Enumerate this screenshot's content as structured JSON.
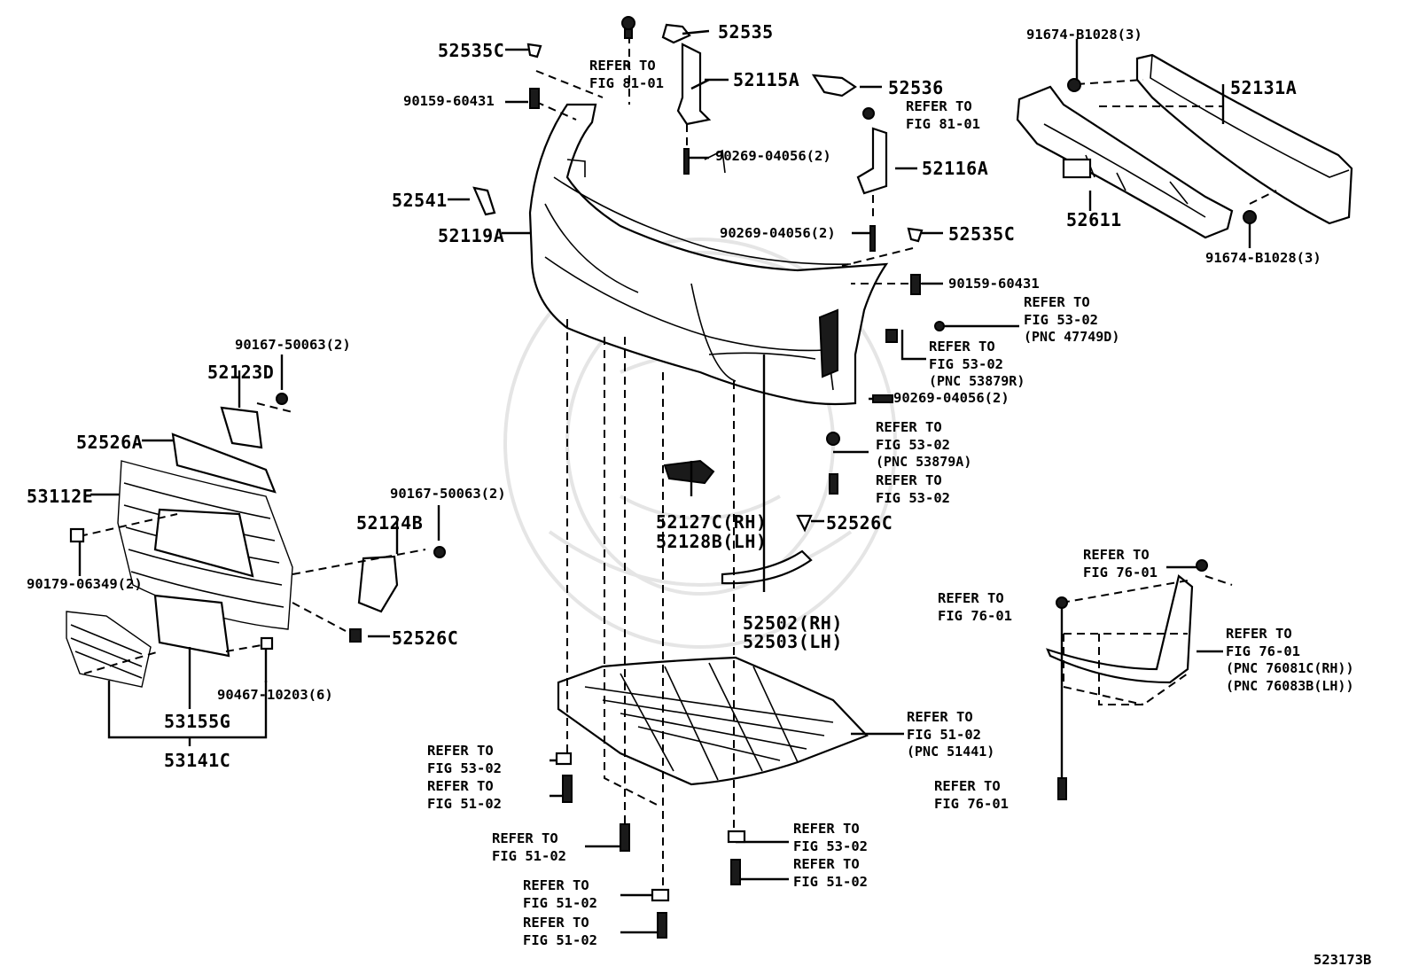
{
  "figure_id": "523173B",
  "refer_to": "REFER TO",
  "figs": {
    "f8101": "FIG 81-01",
    "f5302": "FIG 53-02",
    "f5102": "FIG 51-02",
    "f7601": "FIG 76-01"
  },
  "pnc": {
    "p47749D": "(PNC 47749D)",
    "p53879R": "(PNC 53879R)",
    "p53879A": "(PNC 53879A)",
    "p51441": "(PNC 51441)",
    "p76081C": "(PNC 76081C(RH))",
    "p76083B": "(PNC 76083B(LH))"
  },
  "parts": {
    "p52535": "52535",
    "p52535C_top": "52535C",
    "p90159_top": "90159-60431",
    "p52115A": "52115A",
    "p52536": "52536",
    "p90269_a": "90269-04056(2)",
    "p52116A": "52116A",
    "p52541": "52541",
    "p52119A": "52119A",
    "p90269_b": "90269-04056(2)",
    "p52535C_mid": "52535C",
    "p90159_mid": "90159-60431",
    "p91674_top": "91674-B1028(3)",
    "p52131A": "52131A",
    "p52611": "52611",
    "p91674_bot": "91674-B1028(3)",
    "p90167_a": "90167-50063(2)",
    "p52123D": "52123D",
    "p52526A": "52526A",
    "p53112E": "53112E",
    "p90167_b": "90167-50063(2)",
    "p52124B": "52124B",
    "p90179": "90179-06349(2)",
    "p52526C_left": "52526C",
    "p90467": "90467-10203(6)",
    "p53155G": "53155G",
    "p53141C": "53141C",
    "p90269_c": "90269-04056(2)",
    "p52127C": "52127C(RH)",
    "p52128B": "52128B(LH)",
    "p52526C_mid": "52526C",
    "p52502": "52502(RH)",
    "p52503": "52503(LH)"
  },
  "icons": [
    "bolt-icon",
    "clip-icon",
    "grommet-icon",
    "retainer-icon"
  ]
}
